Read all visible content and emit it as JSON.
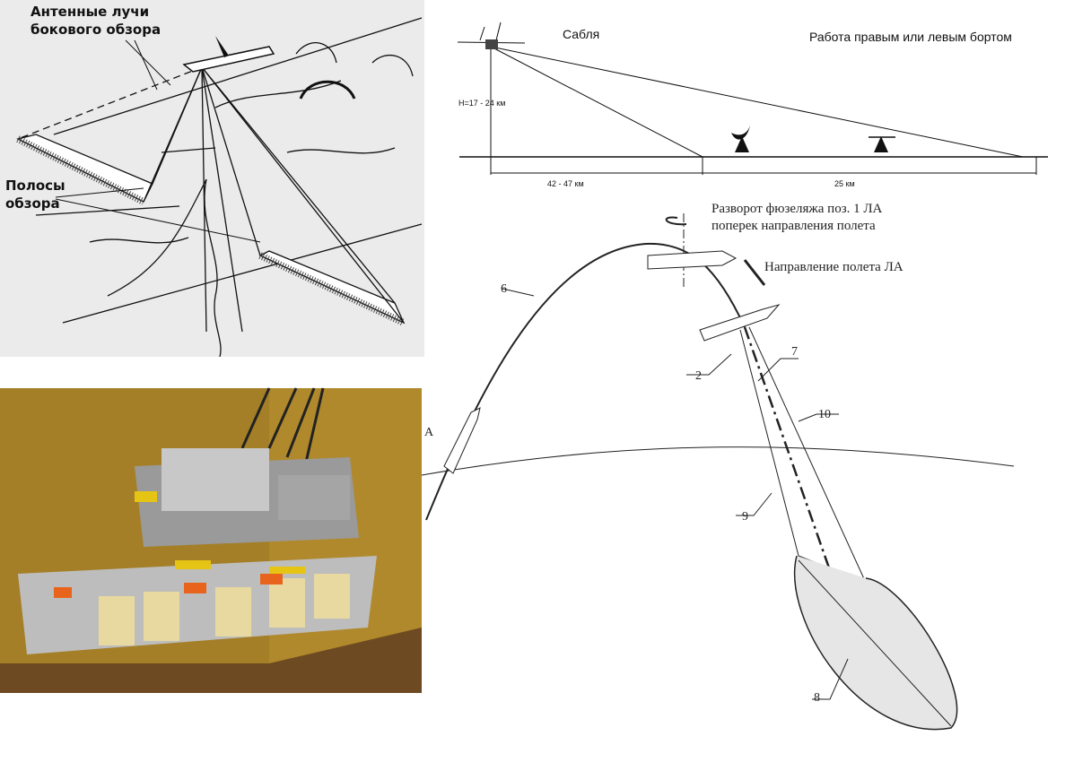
{
  "sketch_panel": {
    "beam_label_line1": "Антенные лучи",
    "beam_label_line2": "бокового обзора",
    "strip_label_line1": "Полосы",
    "strip_label_line2": "обзора"
  },
  "sablya_panel": {
    "title": "Сабля",
    "mode_text": "Работа правым или левым бортом",
    "altitude": "H=17 - 24  км",
    "near_range": "42 - 47 км",
    "swath_width": "25  км"
  },
  "trajectory_panel": {
    "rotation_line1": "Разворот фюзеляжа поз. 1 ЛА",
    "rotation_line2": "поперек направления полета",
    "flight_direction": "Направление полета ЛА",
    "labels": [
      "6",
      "2",
      "7",
      "10",
      "9",
      "8",
      "А"
    ]
  },
  "colors": {
    "sketch_bg": "#ebebeb",
    "photo_wall": "#b0892c",
    "photo_floor": "#6e4a22"
  }
}
